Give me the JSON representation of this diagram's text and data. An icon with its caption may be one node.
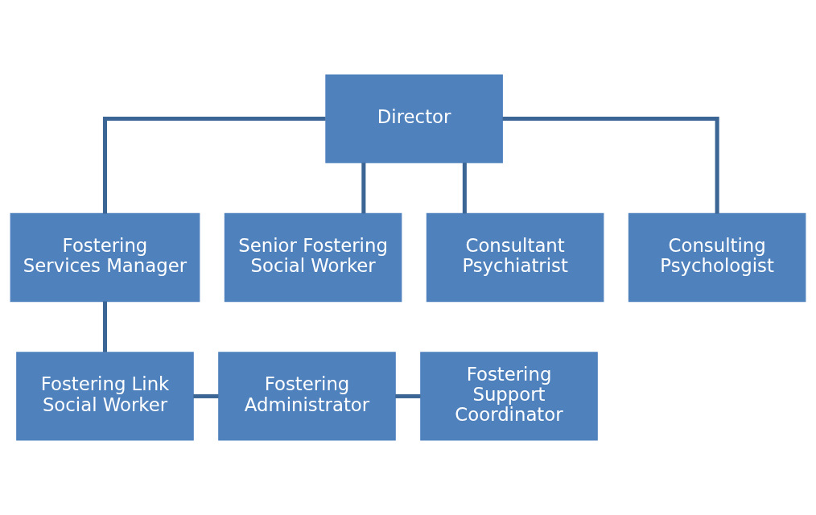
{
  "diagram": {
    "nodes": [
      {
        "text": [
          "Director"
        ]
      },
      {
        "text": [
          "Fostering Services Manager"
        ]
      },
      {
        "text": [
          "Senior Fostering Social Worker"
        ]
      },
      {
        "text": [
          "Consultant Psychiatrist"
        ]
      },
      {
        "text": [
          "Consulting Psychologist"
        ]
      },
      {
        "text": [
          "Fostering Link Social Worker"
        ]
      },
      {
        "text": [
          "Fostering Administrator"
        ]
      },
      {
        "text": [
          "Fostering Support Coordinator"
        ]
      }
    ],
    "edges": [
      {
        "from": 0,
        "to": 1,
        "arrow": "none"
      },
      {
        "from": 0,
        "to": 2,
        "arrow": "none"
      },
      {
        "from": 0,
        "to": 3,
        "arrow": "none"
      },
      {
        "from": 0,
        "to": 4,
        "arrow": "none"
      },
      {
        "from": 1,
        "to": 5,
        "arrow": "none"
      },
      {
        "from": 5,
        "to": 6,
        "arrow": "none"
      },
      {
        "from": 6,
        "to": 7,
        "arrow": "none"
      }
    ]
  }
}
